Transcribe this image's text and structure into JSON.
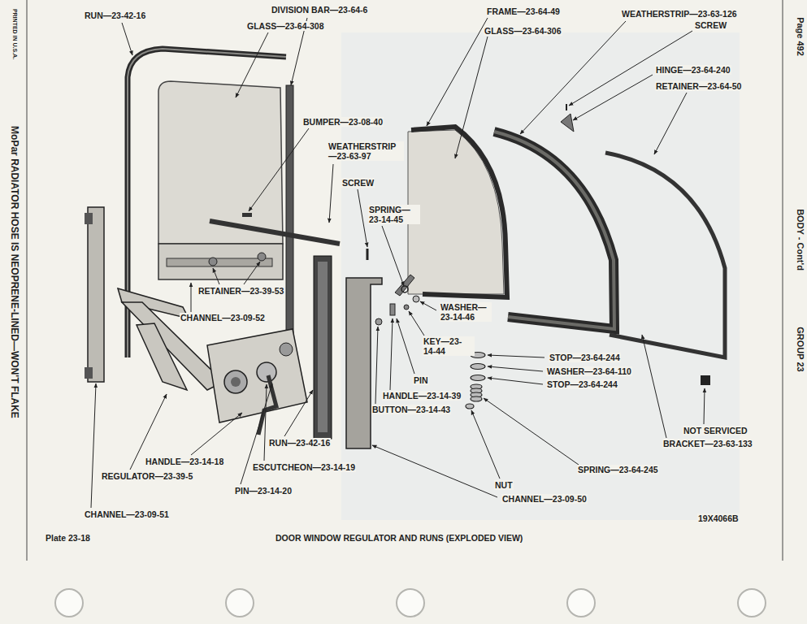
{
  "diagram": {
    "caption": "DOOR WINDOW REGULATOR AND RUNS (EXPLODED VIEW)",
    "labels": [
      "PRINTED IN U.S.A.",
      "MoPar RADIATOR HOSE IS NEOPRENE-LINED—WON'T FLAKE",
      "Page 492",
      "BODY - Cont'd",
      "GROUP 23",
      "RUN—23-42-16",
      "DIVISION BAR—23-64-6",
      "GLASS—23-64-308",
      "FRAME—23-64-49",
      "GLASS—23-64-306",
      "WEATHERSTRIP—23-63-126",
      "SCREW",
      "HINGE—23-64-240",
      "RETAINER—23-64-50",
      "BUMPER—23-08-40",
      "WEATHERSTRIP—23-63-97",
      "SCREW",
      "SPRING—23-14-45",
      "WASHER—23-14-46",
      "KEY—23-14-44",
      "PIN",
      "HANDLE—23-14-39",
      "BUTTON—23-14-43",
      "RETAINER—23-39-53",
      "CHANNEL—23-09-52",
      "STOP—23-64-244",
      "WASHER—23-64-110",
      "STOP—23-64-244",
      "NOT SERVICED",
      "BRACKET—23-63-133",
      "SPRING—23-64-245",
      "NUT",
      "CHANNEL—23-09-50",
      "RUN—23-42-16",
      "HANDLE—23-14-18",
      "ESCUTCHEON—23-14-19",
      "REGULATOR—23-39-5",
      "PIN—23-14-20",
      "CHANNEL—23-09-51",
      "Plate 23-18",
      "19X4066B"
    ]
  }
}
